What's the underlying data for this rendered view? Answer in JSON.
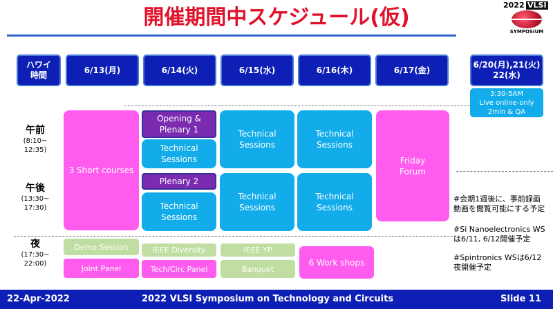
{
  "title": "開催期間中スケジュール(仮)",
  "logo": {
    "year": "2022",
    "name": "VLSI",
    "subtitle": "SYMPOSIUM",
    "colors": {
      "globe": "#c81a32"
    }
  },
  "colors": {
    "header": "#0e1fb5",
    "cyan": "#12acea",
    "magenta": "#ff5cef",
    "purple": "#7a2bb0",
    "green": "#c0dea1",
    "title": "#e0112b"
  },
  "header": {
    "time_col": "ハワイ\n時間",
    "days": [
      "6/13(月)",
      "6/14(火)",
      "6/15(水)",
      "6/16(木)",
      "6/17(金)"
    ],
    "online_days": "6/20(月),21(火)\n22(水)"
  },
  "online_info": "3:30-5AM\nLive online-only\n2min & QA",
  "times": {
    "morning": {
      "label": "午前",
      "range": "(8:10~\n12:35)"
    },
    "afternoon": {
      "label": "午後",
      "range": "(13:30~\n17:30)"
    },
    "night": {
      "label": "夜",
      "range": "(17:30~\n22:00)"
    }
  },
  "blocks": {
    "short_courses": "3 Short courses",
    "opening": "Opening &\nPlenary 1",
    "ts_14_am": "Technical\nSessions",
    "plenary2": "Plenary 2",
    "ts_14_pm": "Technical\nSessions",
    "ts_15_am": "Technical\nSessions",
    "ts_15_pm": "Technical\nSessions",
    "ts_16_am": "Technical\nSessions",
    "ts_16_pm": "Technical\nSessions",
    "friday_forum": "Friday\nForum",
    "demo": "Demo Session",
    "joint_panel": "Joint Panel",
    "ieee_diversity": "IEEE Diversity",
    "tech_circ_panel": "Tech/Circ Panel",
    "ieee_yp": "IEEE YP",
    "banquet": "Banquet",
    "workshops": "6 Work shops"
  },
  "notes": [
    "#会期1週後に、事前録画\n動画を閲覧可能にする予定",
    "#Si Nanoelectronics WS\nは6/11, 6/12開催予定",
    "#Spintronics WSは6/12\n夜開催予定"
  ],
  "footer": {
    "date": "22-Apr-2022",
    "center": "2022 VLSI Symposium on Technology and Circuits",
    "slide": "Slide 11"
  }
}
